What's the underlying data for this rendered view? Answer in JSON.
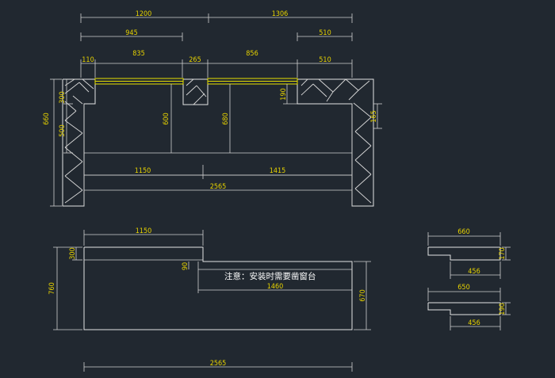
{
  "plan": {
    "dim_top_1200": "1200",
    "dim_top_1306": "1306",
    "dim_945": "945",
    "dim_510_upper": "510",
    "dim_110": "110",
    "dim_835": "835",
    "dim_265": "265",
    "dim_856": "856",
    "dim_510_lower": "510",
    "dim_left_300": "300",
    "dim_left_660": "660",
    "dim_left_500": "500",
    "dim_mid_600": "600",
    "dim_mid_680": "680",
    "dim_190": "190",
    "dim_right_165": "165",
    "dim_1150": "1150",
    "dim_1415": "1415",
    "dim_2565": "2565"
  },
  "elevation": {
    "dim_1150": "1150",
    "dim_left_300": "300",
    "dim_left_760": "760",
    "dim_90": "90",
    "dim_1460": "1460",
    "dim_right_670": "670",
    "dim_bottom_2565": "2565",
    "note": "注意：安装时需要凿窗台"
  },
  "details": {
    "top_660": "660",
    "top_170": "170",
    "top_456": "456",
    "bottom_650": "650",
    "bottom_190": "190",
    "bottom_456": "456"
  },
  "colors": {
    "background": "#212830",
    "line": "#e4e4e4",
    "dimension_text": "#e6d200",
    "glass_strip": "#e8e000"
  }
}
